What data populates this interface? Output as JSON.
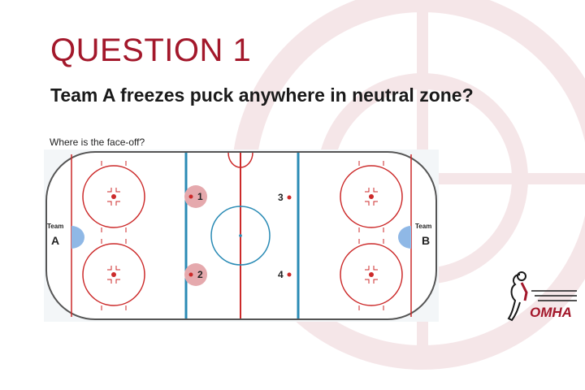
{
  "slide": {
    "title": "QUESTION 1",
    "question": "Team A freezes puck anywhere in neutral zone?",
    "subtitle": "Where is the face-off?"
  },
  "rink": {
    "team_left_small": "Team",
    "team_left_big": "A",
    "team_right_small": "Team",
    "team_right_big": "B",
    "dot_labels": [
      "1",
      "2",
      "3",
      "4"
    ]
  },
  "logo": {
    "text": "OMHA"
  },
  "colors": {
    "accent": "#a3182b",
    "blue_line": "#2a8bb5",
    "red_line": "#cc2a2a",
    "crease": "#8fb8e6"
  }
}
